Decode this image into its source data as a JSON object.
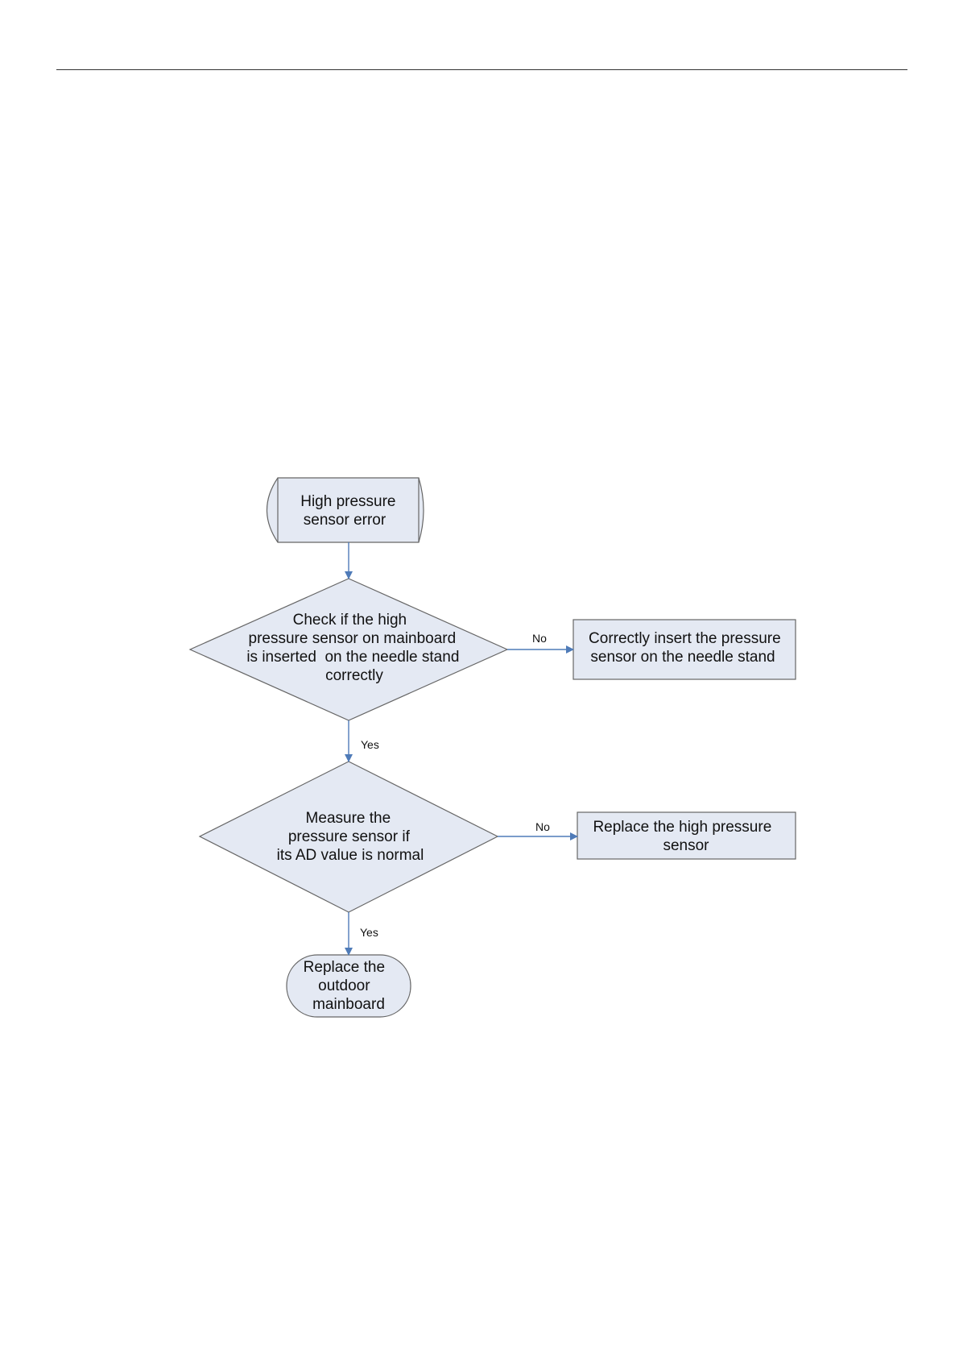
{
  "colors": {
    "node_fill": "#E4E9F3",
    "node_stroke": "#666666",
    "arrow": "#4F7BB8",
    "rule": "#333333"
  },
  "flowchart": {
    "start": {
      "lines": [
        "High pressure",
        "sensor error"
      ]
    },
    "decision_1": {
      "lines": [
        "Check if the high",
        "pressure sensor on mainboard",
        "is inserted  on the needle stand",
        "correctly"
      ]
    },
    "action_1": {
      "lines": [
        "Correctly insert the pressure",
        "sensor on the needle stand"
      ]
    },
    "decision_2": {
      "lines": [
        "Measure the",
        "pressure sensor if",
        "its AD value is normal"
      ]
    },
    "action_2": {
      "lines": [
        "Replace the high pressure",
        "sensor"
      ]
    },
    "end": {
      "lines": [
        "Replace the",
        "outdoor",
        "mainboard"
      ]
    },
    "edges": {
      "d1_no": "No",
      "d1_yes": "Yes",
      "d2_no": "No",
      "d2_yes": "Yes"
    }
  }
}
